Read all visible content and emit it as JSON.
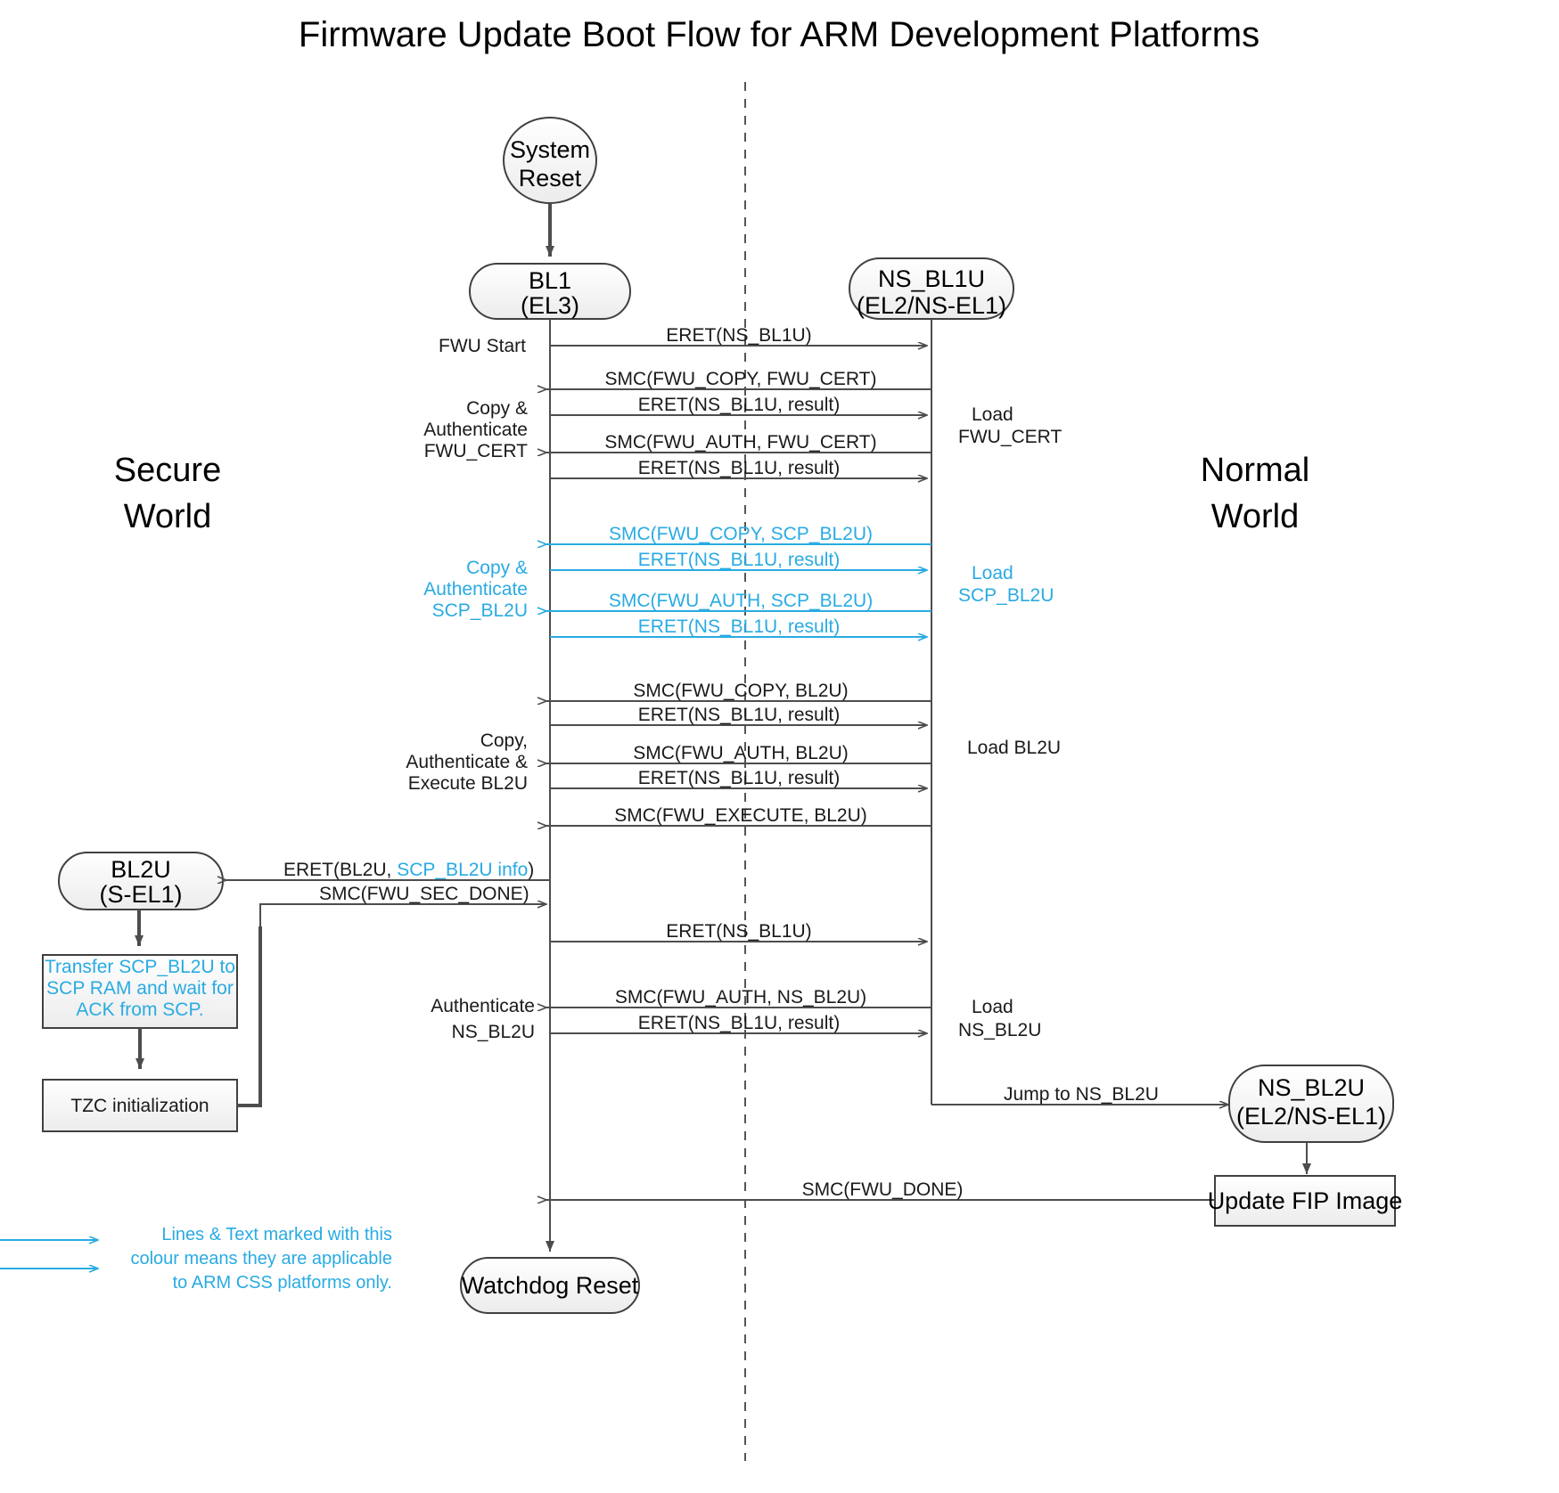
{
  "title": "Firmware Update Boot Flow for ARM Development Platforms",
  "colors": {
    "accent_cyan": "#29ABE2",
    "line": "#4d4d4d",
    "text": "#1a1a1a"
  },
  "worlds": {
    "secure": "Secure\nWorld",
    "secure_line1": "Secure",
    "secure_line2": "World",
    "normal_line1": "Normal",
    "normal_line2": "World"
  },
  "nodes": {
    "system_reset": {
      "line1": "System",
      "line2": "Reset"
    },
    "bl1": {
      "line1": "BL1",
      "line2": "(EL3)"
    },
    "ns_bl1u": {
      "line1": "NS_BL1U",
      "line2": "(EL2/NS-EL1)"
    },
    "bl2u": {
      "line1": "BL2U",
      "line2": "(S-EL1)"
    },
    "ns_bl2u": {
      "line1": "NS_BL2U",
      "line2": "(EL2/NS-EL1)"
    },
    "update_fip": {
      "label": "Update FIP Image"
    },
    "watchdog": {
      "label": "Watchdog Reset"
    }
  },
  "process_boxes": [
    {
      "id": "transfer-scp",
      "line1": "Transfer SCP_BL2U to",
      "line2": "SCP RAM and wait for",
      "line3": "ACK from SCP.",
      "cyan": true
    },
    {
      "id": "tzc-init",
      "line1": "TZC initialization",
      "cyan": false
    }
  ],
  "messages": [
    {
      "id": "m1",
      "label": "ERET(NS_BL1U)",
      "dir": "ltr",
      "cyan": false
    },
    {
      "id": "m2",
      "label": "SMC(FWU_COPY, FWU_CERT)",
      "dir": "rtl",
      "cyan": false
    },
    {
      "id": "m3",
      "label": "ERET(NS_BL1U, result)",
      "dir": "ltr",
      "cyan": false
    },
    {
      "id": "m4",
      "label": "SMC(FWU_AUTH, FWU_CERT)",
      "dir": "rtl",
      "cyan": false
    },
    {
      "id": "m5",
      "label": "ERET(NS_BL1U, result)",
      "dir": "ltr",
      "cyan": false
    },
    {
      "id": "m6",
      "label": "SMC(FWU_COPY, SCP_BL2U)",
      "dir": "rtl",
      "cyan": true
    },
    {
      "id": "m7",
      "label": "ERET(NS_BL1U, result)",
      "dir": "ltr",
      "cyan": true
    },
    {
      "id": "m8",
      "label": "SMC(FWU_AUTH, SCP_BL2U)",
      "dir": "rtl",
      "cyan": true
    },
    {
      "id": "m9",
      "label": "ERET(NS_BL1U, result)",
      "dir": "ltr",
      "cyan": true
    },
    {
      "id": "m10",
      "label": "SMC(FWU_COPY, BL2U)",
      "dir": "rtl",
      "cyan": false
    },
    {
      "id": "m11",
      "label": "ERET(NS_BL1U, result)",
      "dir": "ltr",
      "cyan": false
    },
    {
      "id": "m12",
      "label": "SMC(FWU_AUTH, BL2U)",
      "dir": "rtl",
      "cyan": false
    },
    {
      "id": "m13",
      "label": "ERET(NS_BL1U, result)",
      "dir": "ltr",
      "cyan": false
    },
    {
      "id": "m14",
      "label": "SMC(FWU_EXECUTE, BL2U)",
      "dir": "rtl",
      "cyan": false
    },
    {
      "id": "m15",
      "label": "ERET(NS_BL1U)",
      "dir": "ltr",
      "cyan": false
    },
    {
      "id": "m16",
      "label": "SMC(FWU_AUTH, NS_BL2U)",
      "dir": "rtl",
      "cyan": false
    },
    {
      "id": "m17",
      "label": "ERET(NS_BL1U, result)",
      "dir": "ltr",
      "cyan": false
    },
    {
      "id": "m18",
      "label": "SMC(FWU_DONE)",
      "dir": "rtl",
      "cyan": false
    }
  ],
  "bl2u_messages": {
    "eret_bl2u_prefix": "ERET(BL2U, ",
    "eret_bl2u_cyan": "SCP_BL2U info",
    "eret_bl2u_suffix": ")",
    "smc_sec_done": "SMC(FWU_SEC_DONE)",
    "jump_to_ns_bl2u": "Jump to NS_BL2U"
  },
  "left_labels": [
    {
      "id": "fwu-start",
      "lines": [
        "FWU Start"
      ],
      "cyan": false
    },
    {
      "id": "copy-auth-cert",
      "lines": [
        "Copy &",
        "Authenticate",
        "FWU_CERT"
      ],
      "cyan": false
    },
    {
      "id": "copy-auth-scp",
      "lines": [
        "Copy &",
        "Authenticate",
        "SCP_BL2U"
      ],
      "cyan": true
    },
    {
      "id": "copy-auth-exec-bl2u",
      "lines": [
        "Copy,",
        "Authenticate &",
        "Execute BL2U"
      ],
      "cyan": false
    },
    {
      "id": "auth-ns-bl2u",
      "lines": [
        "Authenticate",
        "NS_BL2U"
      ],
      "cyan": false
    }
  ],
  "right_labels": [
    {
      "id": "load-fwu-cert",
      "lines": [
        "Load",
        "FWU_CERT"
      ],
      "cyan": false
    },
    {
      "id": "load-scp-bl2u",
      "lines": [
        "Load",
        "SCP_BL2U"
      ],
      "cyan": true
    },
    {
      "id": "load-bl2u",
      "lines": [
        "Load BL2U"
      ],
      "cyan": false
    },
    {
      "id": "load-ns-bl2u",
      "lines": [
        "Load",
        "NS_BL2U"
      ],
      "cyan": false
    }
  ],
  "legend": {
    "line1": "Lines & Text marked with this",
    "line2": "colour means they are applicable",
    "line3": "to ARM CSS platforms only."
  }
}
